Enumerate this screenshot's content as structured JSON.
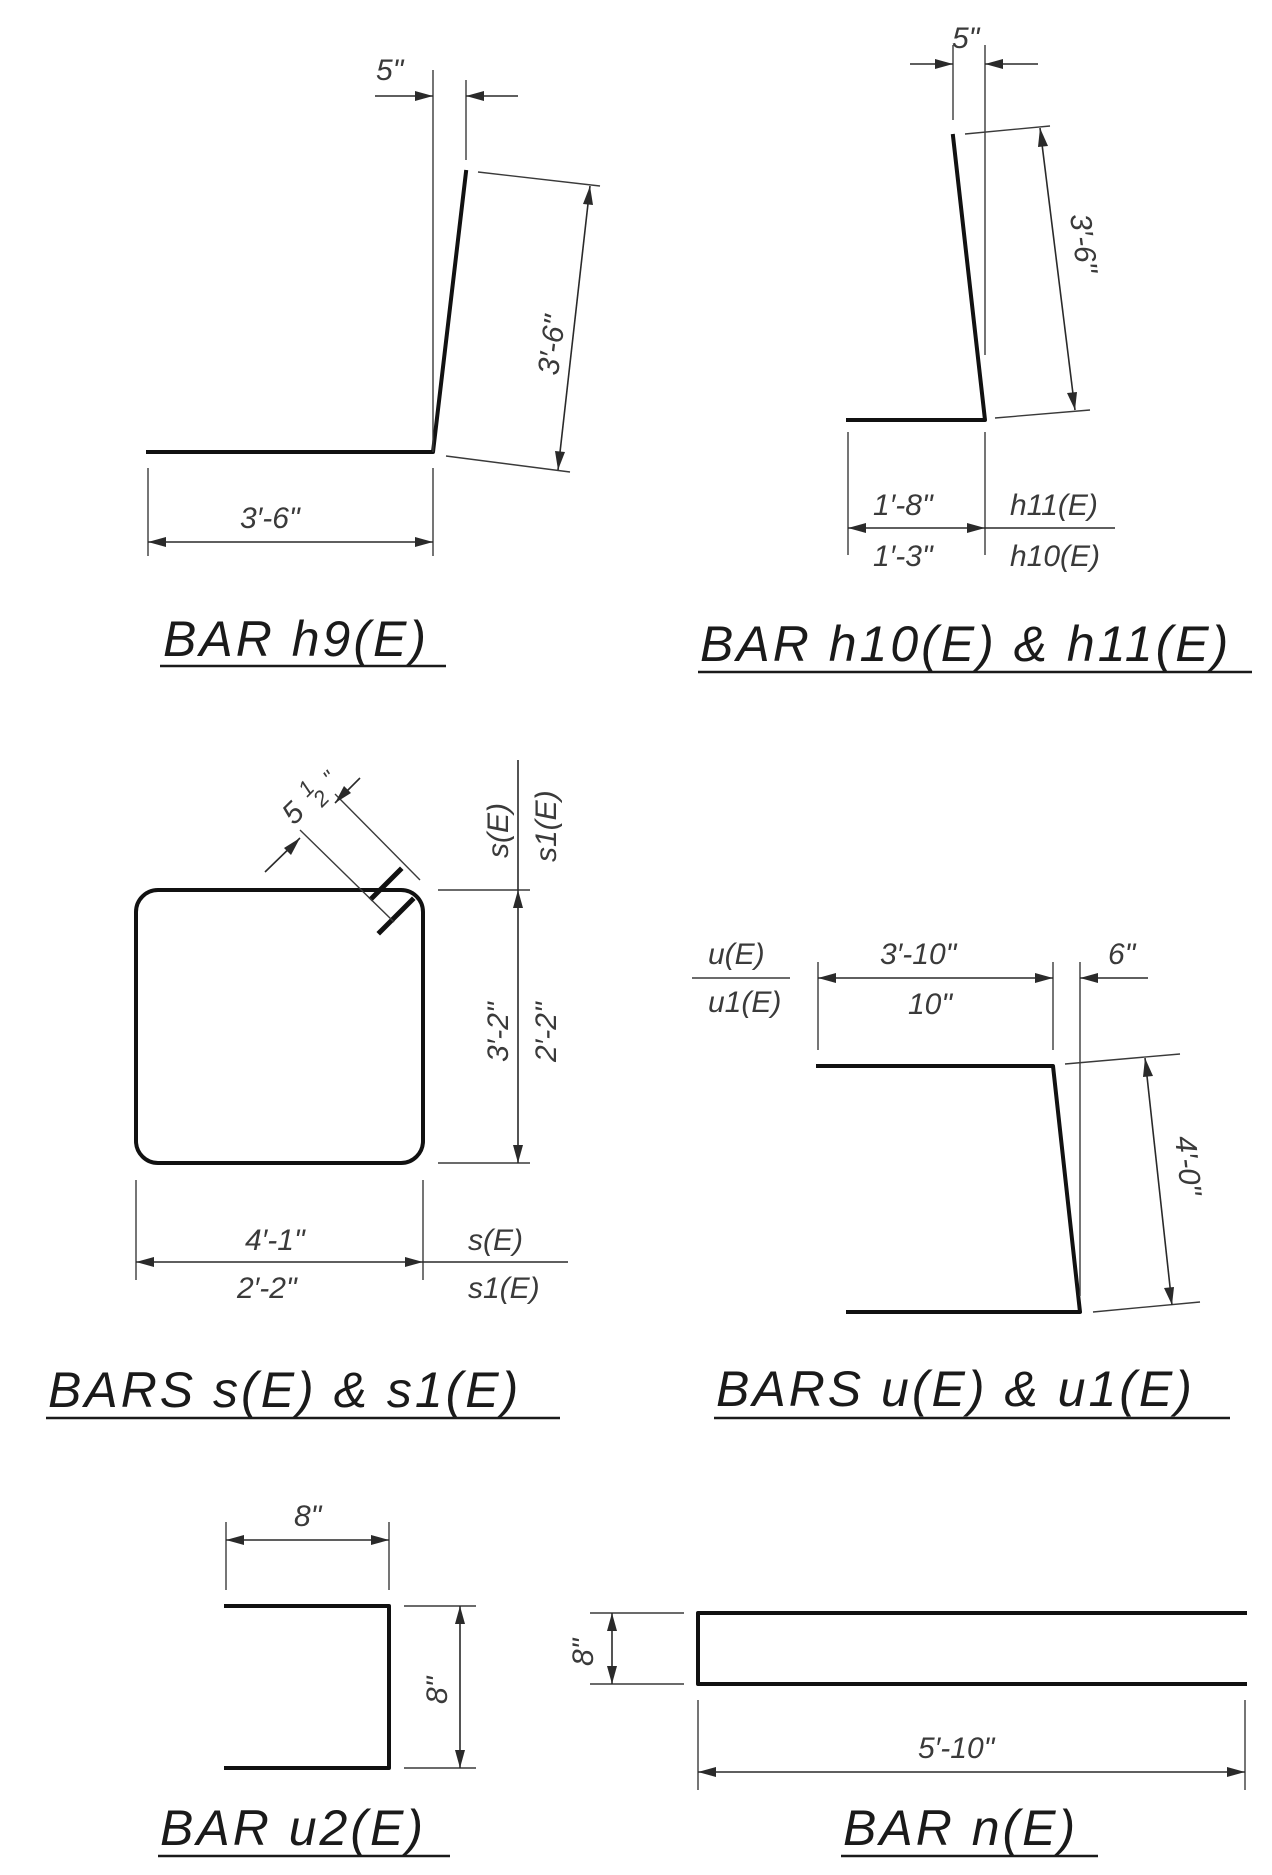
{
  "bar_h9": {
    "title": "BAR h9(E)",
    "dim_offset": "5\"",
    "dim_leg": "3′-6\"",
    "dim_base": "3′-6\""
  },
  "bar_h10_h11": {
    "title": "BAR h10(E) & h11(E)",
    "dim_offset": "5\"",
    "dim_leg": "3′-6\"",
    "dim_base_top": "1′-8\"",
    "dim_base_bottom": "1′-3\"",
    "label_top": "h11(E)",
    "label_bottom": "h10(E)"
  },
  "bars_s_s1": {
    "title": "BARS s(E) & s1(E)",
    "dim_hook": "5½\"",
    "dim_hook_whole": "5",
    "dim_hook_num": "1",
    "dim_hook_den": "2",
    "dim_hook_inch": "\"",
    "label_top_right": "s(E)",
    "label_bottom_right": "s1(E)",
    "dim_height_left": "3′-2\"",
    "dim_height_right": "2′-2\"",
    "dim_width_top": "4′-1\"",
    "dim_width_bottom": "2′-2\"",
    "label_width_top": "s(E)",
    "label_width_bottom": "s1(E)"
  },
  "bars_u_u1": {
    "title": "BARS u(E) & u1(E)",
    "label_top": "u(E)",
    "label_bottom": "u1(E)",
    "dim_top_length": "3′-10\"",
    "dim_bottom_length": "10\"",
    "dim_offset": "6\"",
    "dim_leg": "4′-0\""
  },
  "bar_u2": {
    "title": "BAR u2(E)",
    "dim_width": "8\"",
    "dim_height": "8\""
  },
  "bar_n": {
    "title": "BAR n(E)",
    "dim_height": "8\"",
    "dim_length": "5′-10\""
  }
}
